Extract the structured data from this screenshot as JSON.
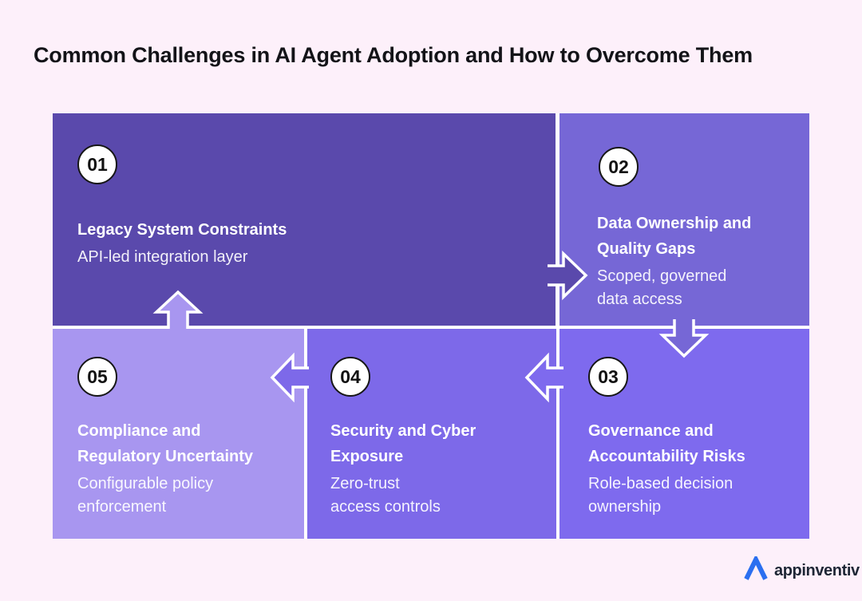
{
  "page": {
    "title": "Common Challenges in AI Agent Adoption and How to Overcome Them",
    "background": "#fdf0fa",
    "divider_color": "#ffffff"
  },
  "blocks": [
    {
      "number": "01",
      "title_lines": [
        "Legacy System Constraints"
      ],
      "subtitle_lines": [
        "API-led integration layer"
      ],
      "color": "#5a49ac"
    },
    {
      "number": "02",
      "title_lines": [
        "Data Ownership and",
        "Quality Gaps"
      ],
      "subtitle_lines": [
        "Scoped, governed",
        "data access"
      ],
      "color": "#7667d6"
    },
    {
      "number": "03",
      "title_lines": [
        "Governance and",
        "Accountability Risks"
      ],
      "subtitle_lines": [
        "Role-based decision",
        "ownership"
      ],
      "color": "#7e6aee"
    },
    {
      "number": "04",
      "title_lines": [
        "Security and Cyber",
        "Exposure"
      ],
      "subtitle_lines": [
        "Zero-trust",
        "access controls"
      ],
      "color": "#7d69e9"
    },
    {
      "number": "05",
      "title_lines": [
        "Compliance and",
        "Regulatory Uncertainty"
      ],
      "subtitle_lines": [
        "Configurable policy",
        "enforcement"
      ],
      "color": "#a896f0"
    }
  ],
  "arrows": [
    {
      "name": "arrow-01-to-02",
      "direction": "right",
      "fill": "#5a49ac",
      "outline": "#ffffff"
    },
    {
      "name": "arrow-02-to-03",
      "direction": "down",
      "fill": "#7667d6",
      "outline": "#ffffff"
    },
    {
      "name": "arrow-03-to-04",
      "direction": "left",
      "fill": "#7e6aee",
      "outline": "#ffffff"
    },
    {
      "name": "arrow-04-to-05",
      "direction": "left",
      "fill": "#7d69e9",
      "outline": "#ffffff"
    },
    {
      "name": "arrow-05-to-01",
      "direction": "up",
      "fill": "#a896f0",
      "outline": "#ffffff"
    }
  ],
  "brand": {
    "name": "appinventiv",
    "accent": "#2b6ff0",
    "text_color": "#1e2635"
  }
}
